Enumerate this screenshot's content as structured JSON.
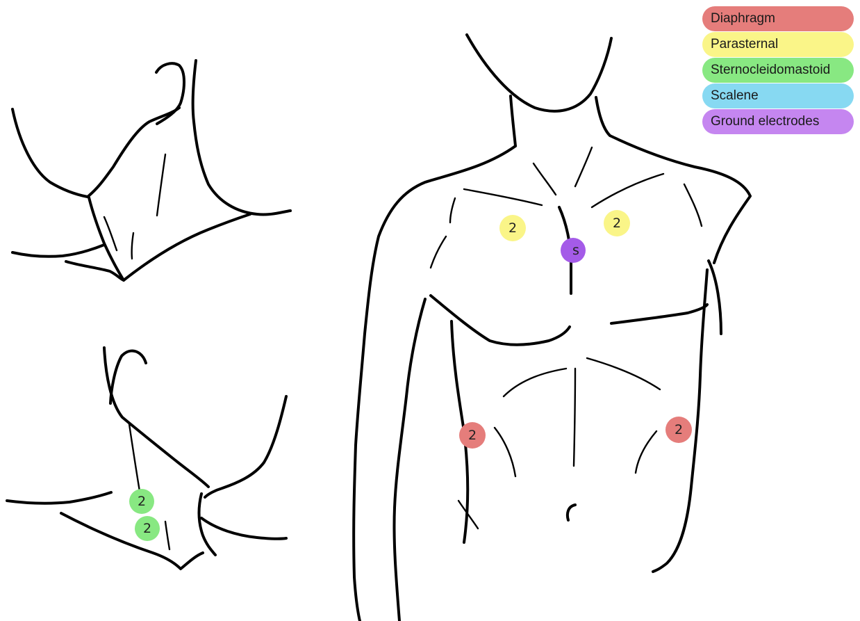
{
  "legend": {
    "items": [
      {
        "label": "Diaphragm",
        "color": "#e57d7b"
      },
      {
        "label": "Parasternal",
        "color": "#faf588"
      },
      {
        "label": "Sternocleidomastoid",
        "color": "#88e882"
      },
      {
        "label": "Scalene",
        "color": "#87d9f2"
      },
      {
        "label": "Ground electrodes",
        "color": "#c586f0"
      }
    ]
  },
  "markers": {
    "neck_lower": [
      {
        "text": "2",
        "color": "#88e882"
      },
      {
        "text": "2",
        "color": "#88e882"
      }
    ],
    "torso": [
      {
        "text": "2",
        "color": "#faf588"
      },
      {
        "text": "2",
        "color": "#faf588"
      },
      {
        "text": "s",
        "color": "#a45be8"
      },
      {
        "text": "2",
        "color": "#e57d7b"
      },
      {
        "text": "2",
        "color": "#e57d7b"
      }
    ]
  }
}
